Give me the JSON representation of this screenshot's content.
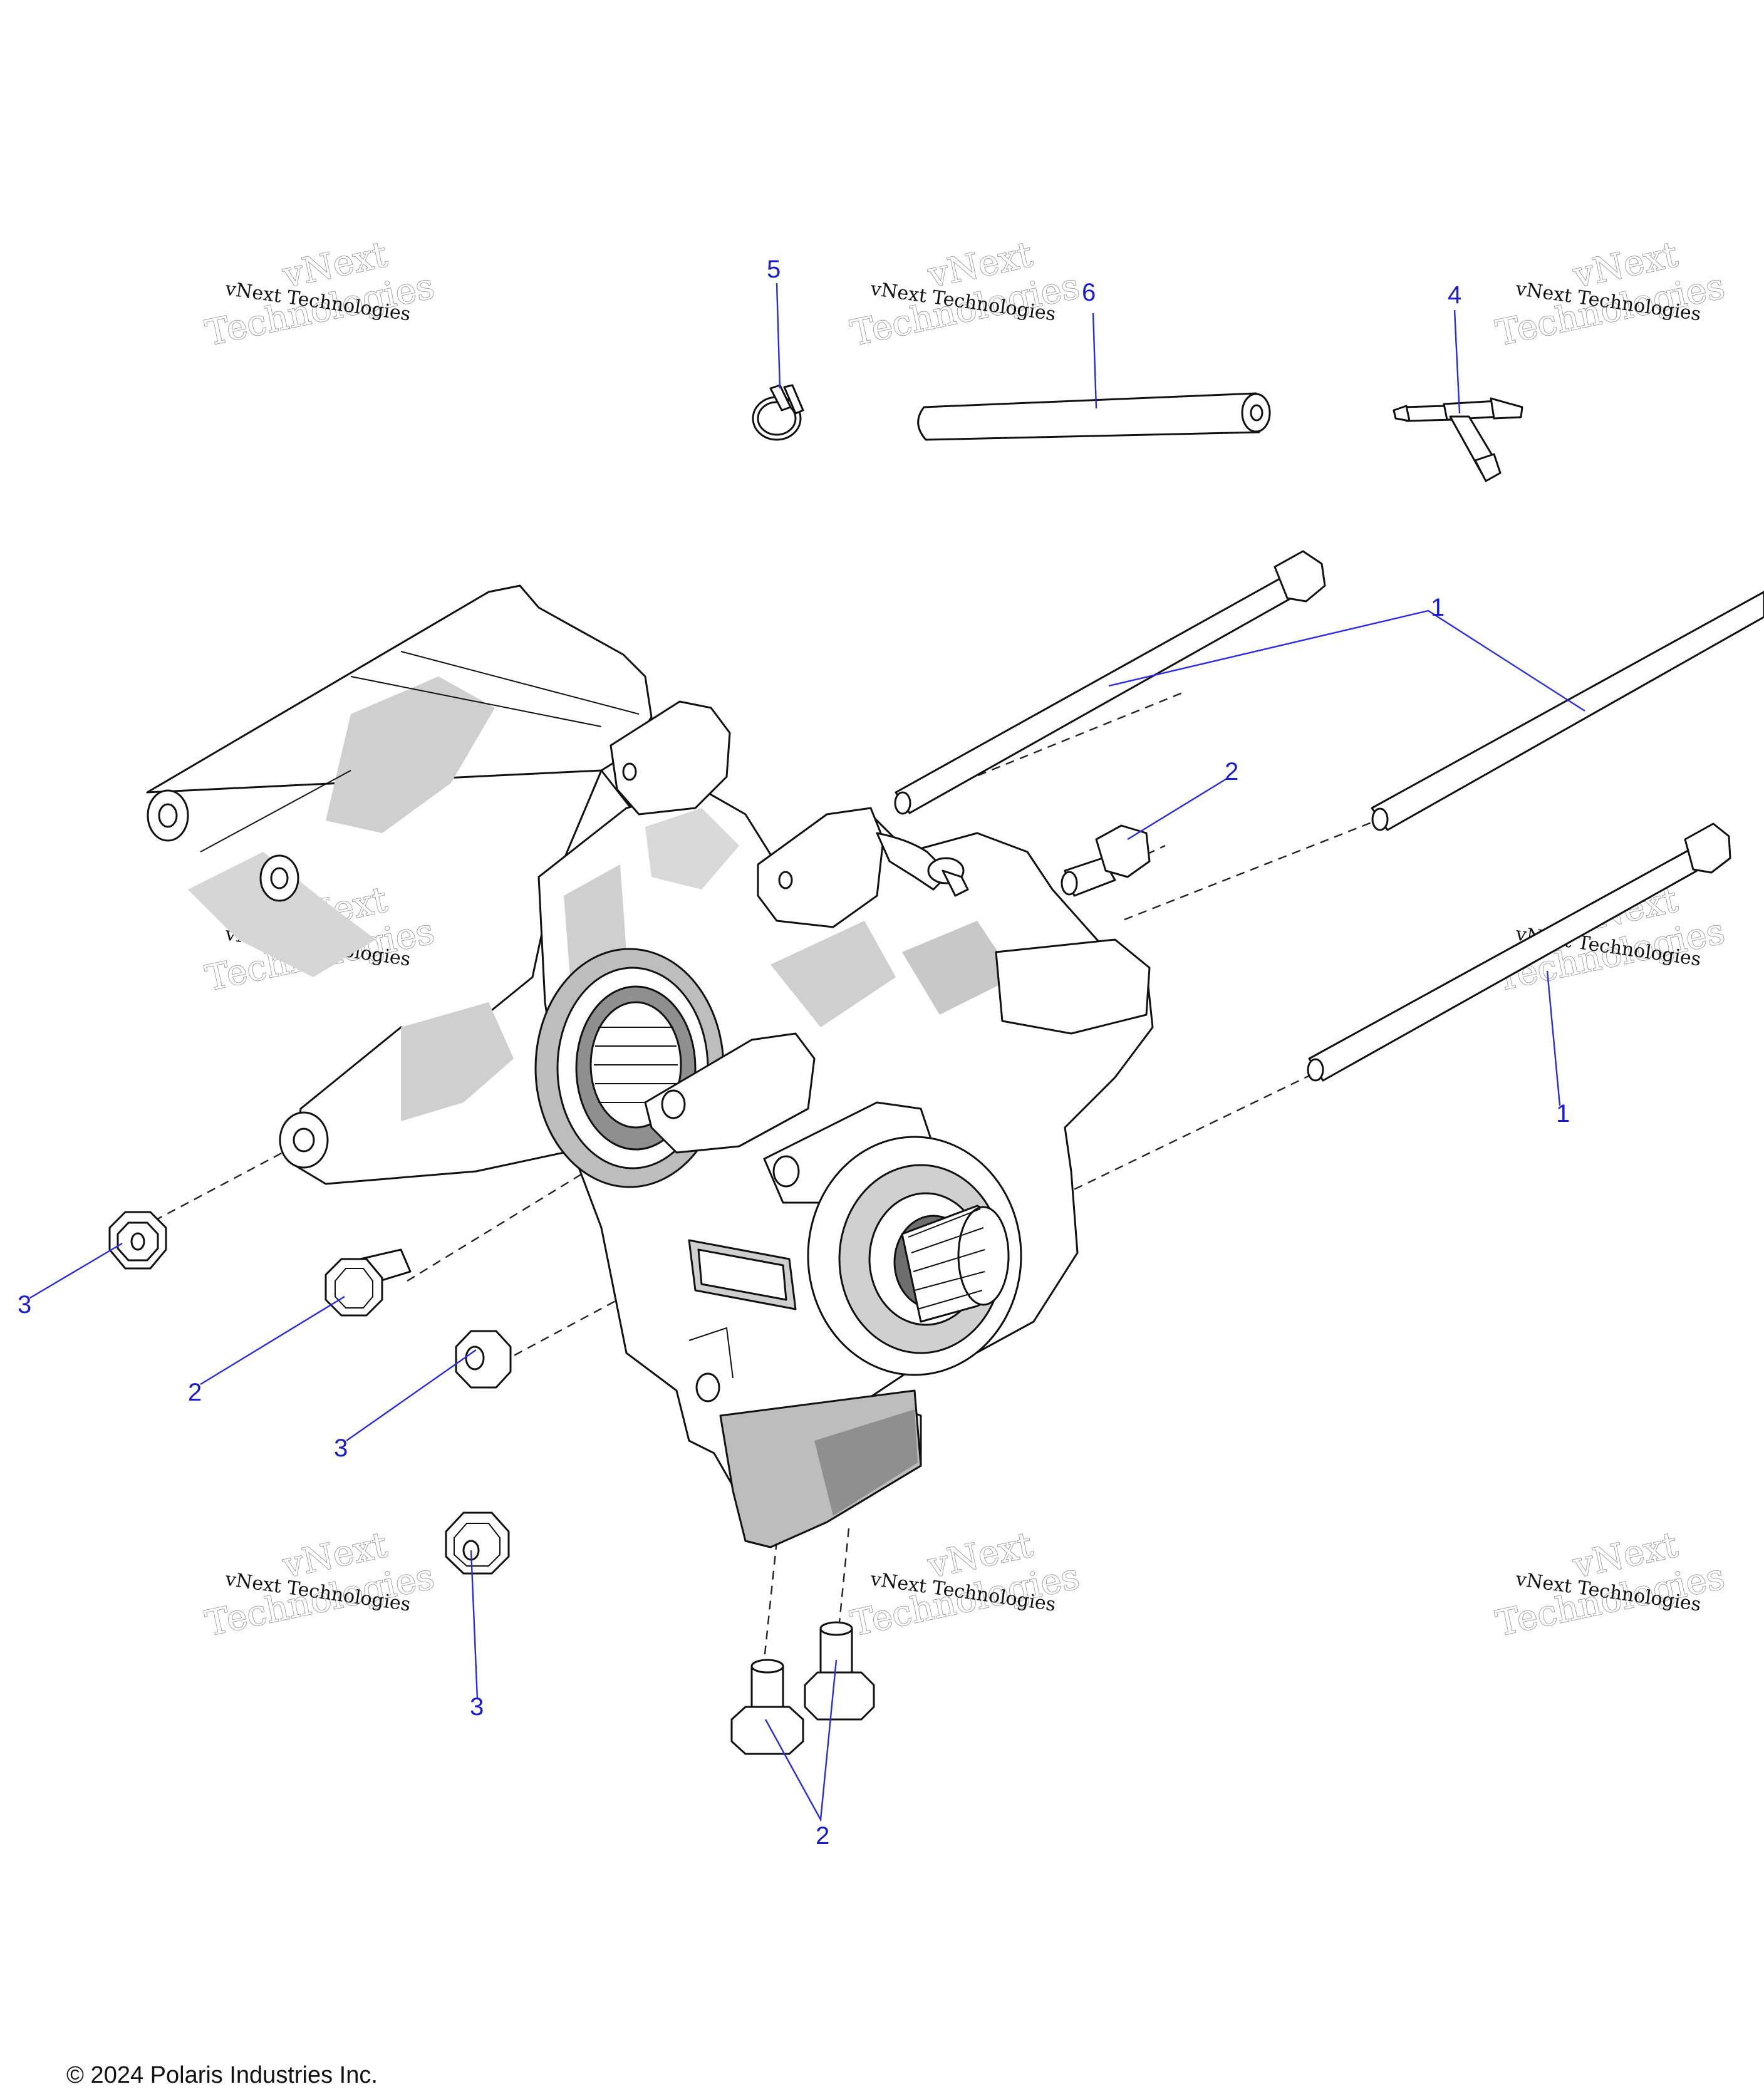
{
  "callouts": [
    {
      "id": "callout-5",
      "label": "5"
    },
    {
      "id": "callout-6",
      "label": "6"
    },
    {
      "id": "callout-4",
      "label": "4"
    },
    {
      "id": "callout-1-top",
      "label": "1"
    },
    {
      "id": "callout-2-right",
      "label": "2"
    },
    {
      "id": "callout-1-right",
      "label": "1"
    },
    {
      "id": "callout-3-left",
      "label": "3"
    },
    {
      "id": "callout-2-left",
      "label": "2"
    },
    {
      "id": "callout-3-mid",
      "label": "3"
    },
    {
      "id": "callout-3-bottom",
      "label": "3"
    },
    {
      "id": "callout-2-bottom",
      "label": "2"
    }
  ],
  "watermark": {
    "line1": "vNext",
    "line2": "Technologies",
    "small": "vNext Technologies"
  },
  "footer": {
    "copyright": "© 2024 Polaris Industries Inc."
  }
}
